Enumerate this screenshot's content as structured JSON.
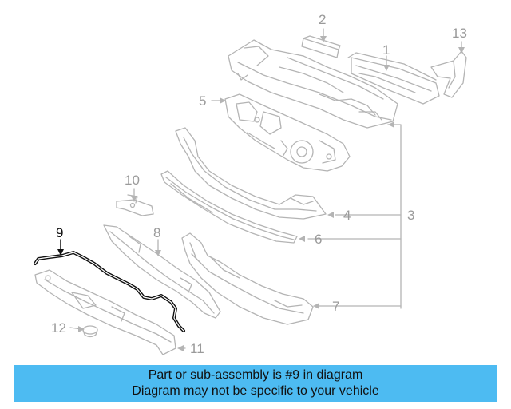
{
  "callouts": {
    "c1": "1",
    "c2": "2",
    "c3": "3",
    "c4": "4",
    "c5": "5",
    "c6": "6",
    "c7": "7",
    "c8": "8",
    "c9": "9",
    "c10": "10",
    "c11": "11",
    "c12": "12",
    "c13": "13"
  },
  "highlighted_part": "9",
  "banner": {
    "line1": "Part or sub-assembly is #9 in diagram",
    "line2": "Diagram may not be specific to your vehicle"
  },
  "colors": {
    "part_outline": "#b4b4b4",
    "callout_text": "#9a9a9a",
    "highlight": "#111111",
    "banner_bg": "#4dbbf2"
  }
}
